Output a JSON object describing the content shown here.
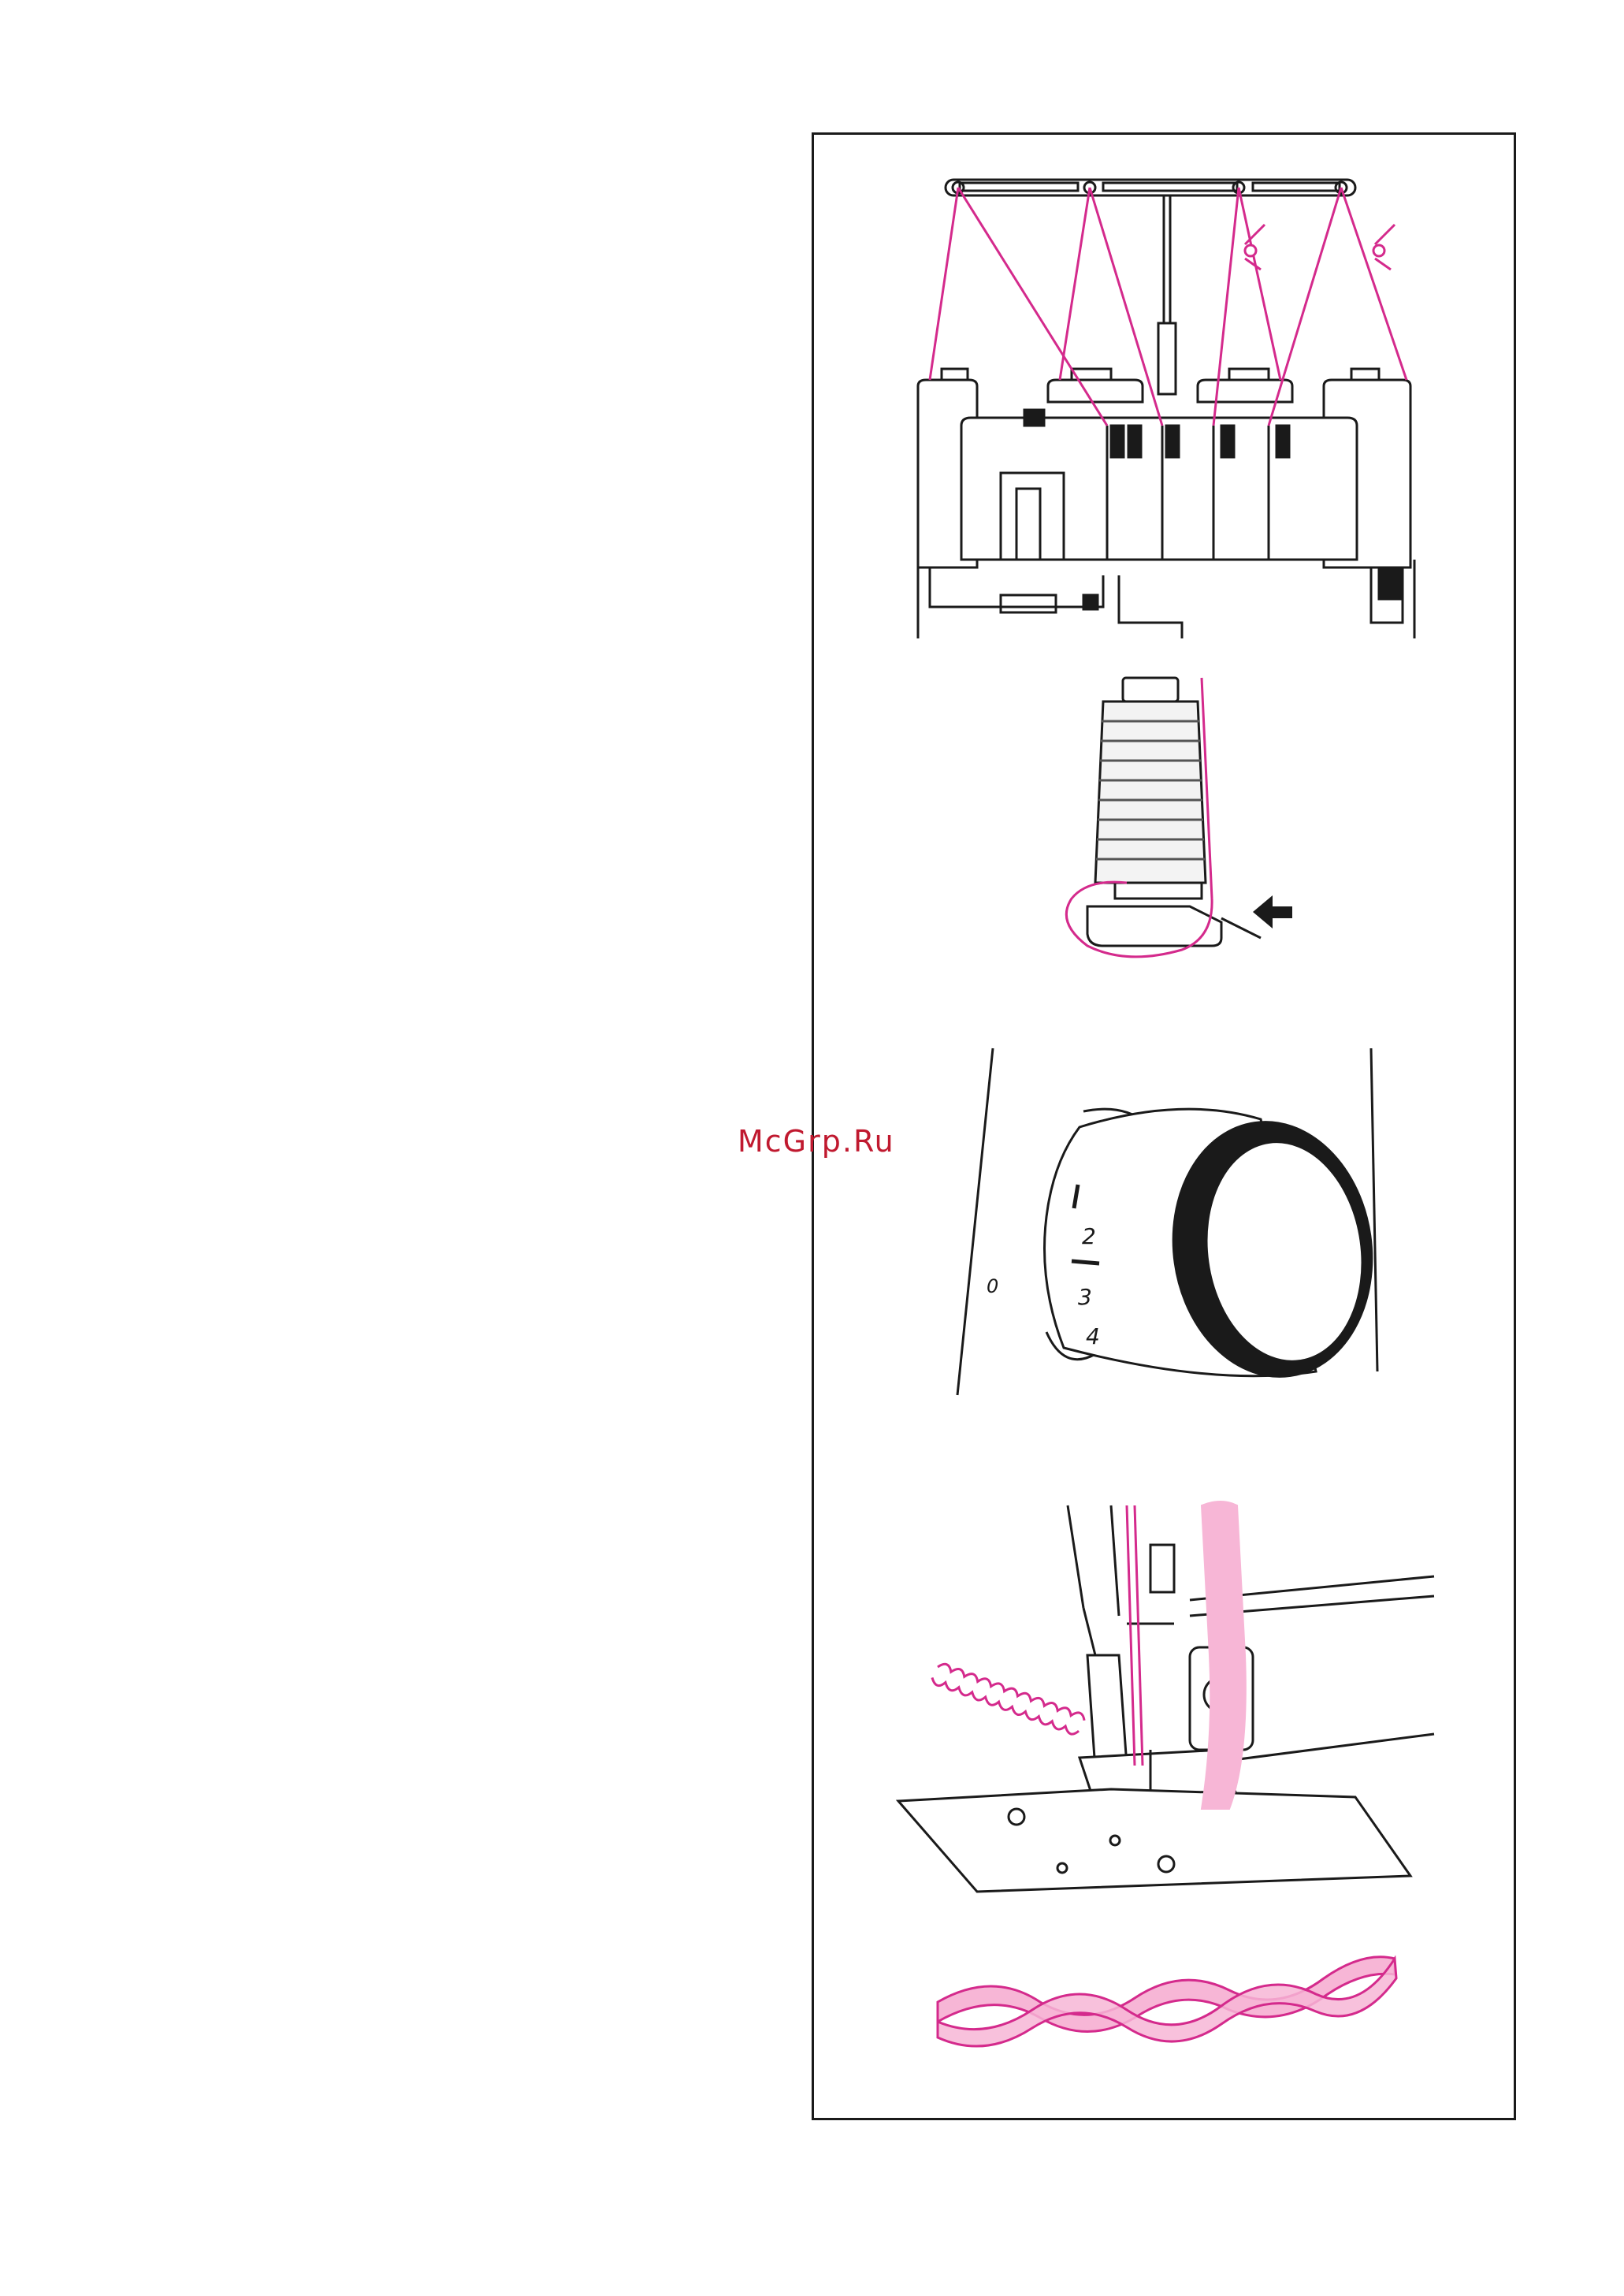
{
  "watermark": {
    "text": "McGrp.Ru",
    "color": "#c0192f"
  },
  "colors": {
    "line": "#1a1a1a",
    "thread": "#d42a8c",
    "ribbon": "#f7b6d6"
  },
  "dial": {
    "marks": [
      "2",
      "3",
      "4"
    ],
    "side_mark": "0"
  }
}
